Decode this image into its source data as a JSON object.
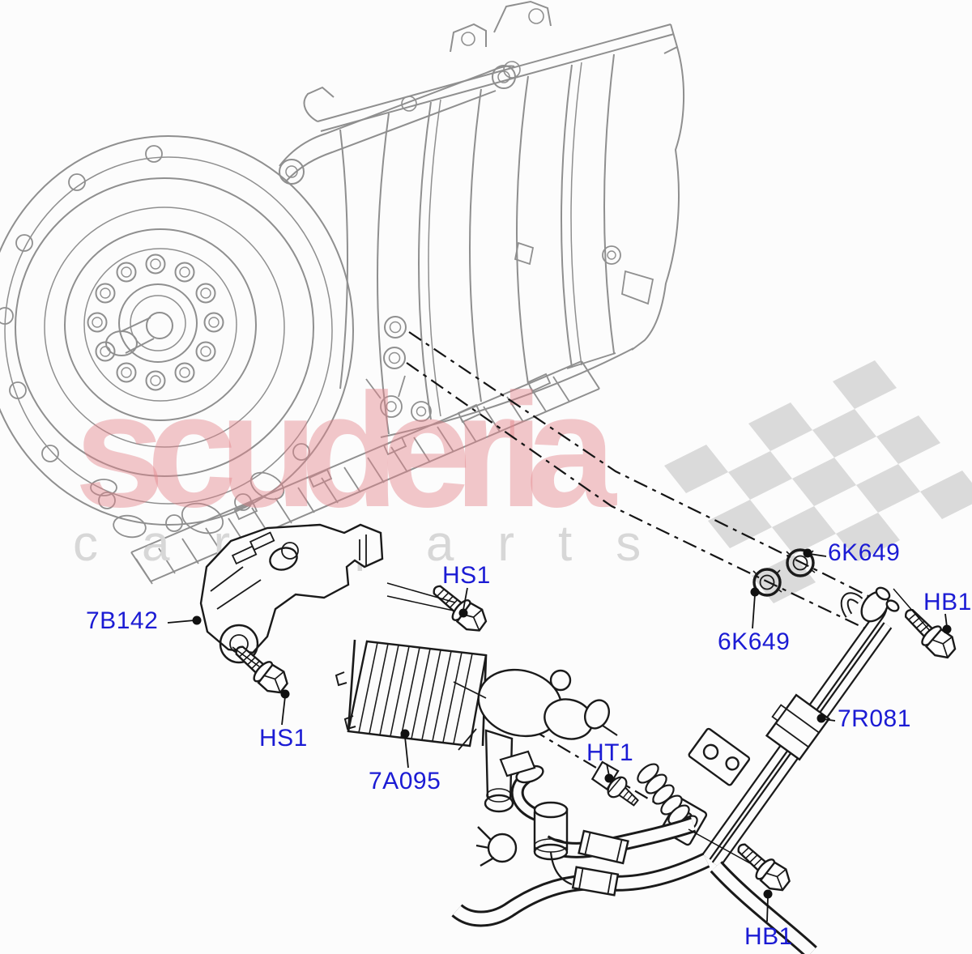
{
  "watermark": {
    "brand": "scuderia",
    "subtitle": "car parts",
    "brand_color": "#e4868b",
    "subtitle_color": "#d7d7d7",
    "flag_color": "#dadada"
  },
  "diagram": {
    "machine_stroke_color": "#8f8f8f",
    "part_stroke_color": "#1a1a1a",
    "label_color": "#1b1bd4",
    "background_color": "#fcfcfc"
  },
  "callouts": [
    {
      "label": "7B142"
    },
    {
      "label": "HS1"
    },
    {
      "label": "HS1"
    },
    {
      "label": "7A095"
    },
    {
      "label": "HT1"
    },
    {
      "label": "6K649"
    },
    {
      "label": "6K649"
    },
    {
      "label": "HB1"
    },
    {
      "label": "7R081"
    },
    {
      "label": "HB1"
    }
  ]
}
